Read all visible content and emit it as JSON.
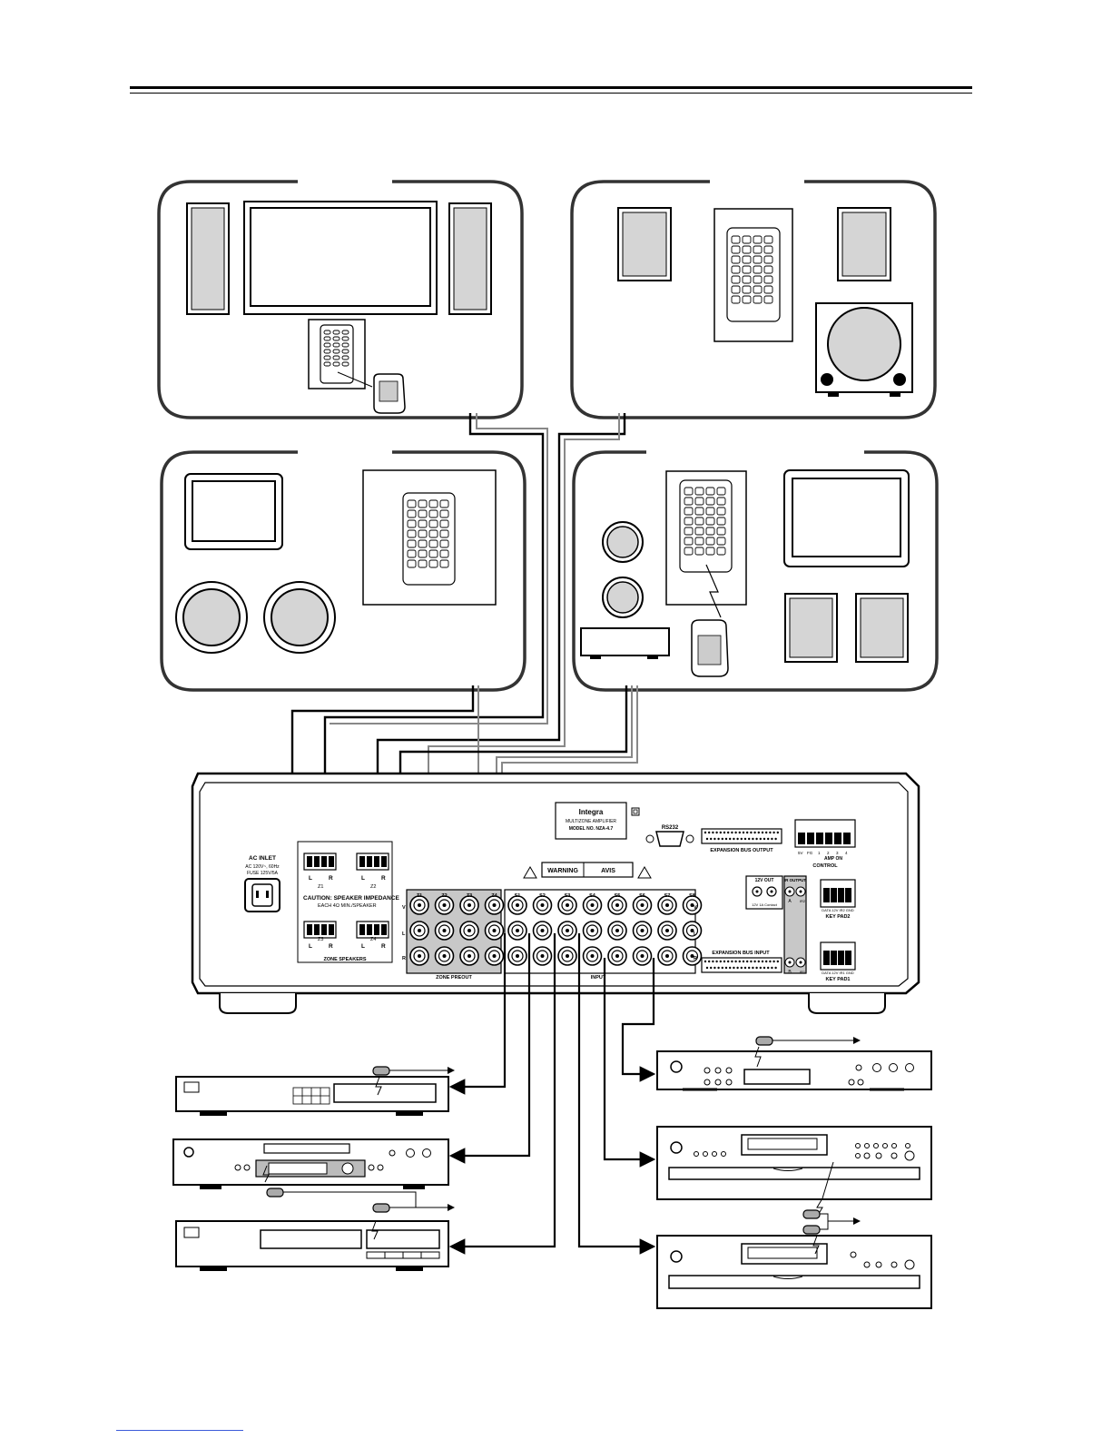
{
  "receiver": {
    "brand": "Integra",
    "model_lines": [
      "MULTIZONE AMPLIFIER",
      "MODEL NO. NZA-4.7"
    ],
    "rs232": "RS232",
    "expansion_out": "EXPANSION BUS OUTPUT",
    "expansion_in": "EXPANSION BUS INPUT",
    "ac_inlet": "AC INLET",
    "ac_spec1": "AC 120V~, 60Hz",
    "ac_spec2": "FUSE 125V/5A",
    "caution1": "CAUTION: SPEAKER IMPEDANCE",
    "caution2": "EACH 4Ω MIN./SPEAKER",
    "zone_speakers": "ZONE SPEAKERS",
    "zone_preout": "ZONE PREOUT",
    "input": "INPUT",
    "warning": "WARNING",
    "avis": "AVIS",
    "control": "CONTROL",
    "amp_on": "AMP ON",
    "ir_output": "IR OUTPUT",
    "twelve_out": "12V OUT",
    "twelve_spec": "12V 1A Contact",
    "keypad1": "KEY PAD1",
    "keypad2": "KEY PAD2",
    "keypad_pins": "DATA 12V IR1 GND",
    "keypad_pins2": "DATA 12V IR2 GND",
    "speaker_zones": [
      "Z1",
      "Z2",
      "Z3",
      "Z4"
    ],
    "preout_zones": [
      "Z1",
      "Z2",
      "Z3",
      "Z4"
    ],
    "inputs": [
      "S1",
      "S2",
      "S3",
      "S4",
      "S5",
      "S6",
      "S7",
      "S8"
    ],
    "row_labels": [
      "V",
      "L",
      "R"
    ],
    "speaker_lr": [
      "L",
      "R"
    ],
    "control_pins": [
      "5V",
      "FG",
      "1",
      "2",
      "3",
      "4"
    ],
    "ir_ports": [
      "A",
      "B",
      "IR1",
      "IR2"
    ]
  },
  "icons": [
    "speaker-icon",
    "tv-icon",
    "keypad-icon",
    "remote-icon",
    "subwoofer-icon",
    "source-component-icon",
    "ir-emitter-icon"
  ]
}
